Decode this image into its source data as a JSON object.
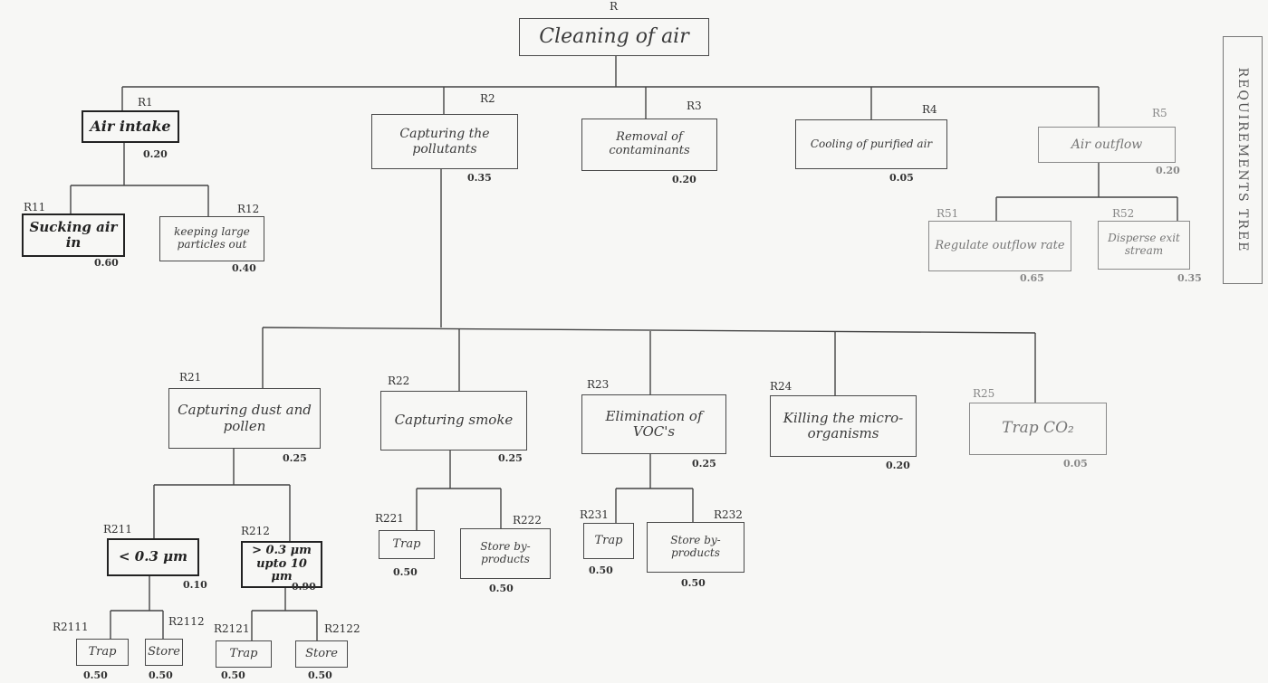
{
  "side_title": "REQUIREMENTS TREE",
  "root": {
    "id": "R",
    "label": "Cleaning of air"
  },
  "r1": {
    "id": "R1",
    "label": "Air intake",
    "weight": "0.20"
  },
  "r11": {
    "id": "R11",
    "label": "Sucking air in",
    "weight": "0.60"
  },
  "r12": {
    "id": "R12",
    "label": "keeping large particles out",
    "weight": "0.40"
  },
  "r2": {
    "id": "R2",
    "label": "Capturing the pollutants",
    "weight": "0.35"
  },
  "r3": {
    "id": "R3",
    "label": "Removal of contaminants",
    "weight": "0.20"
  },
  "r4": {
    "id": "R4",
    "label": "Cooling of purified air",
    "weight": "0.05"
  },
  "r5": {
    "id": "R5",
    "label": "Air outflow",
    "weight": "0.20"
  },
  "r51": {
    "id": "R51",
    "label": "Regulate outflow rate",
    "weight": "0.65"
  },
  "r52": {
    "id": "R52",
    "label": "Disperse exit stream",
    "weight": "0.35"
  },
  "r21": {
    "id": "R21",
    "label": "Capturing dust and pollen",
    "weight": "0.25"
  },
  "r22": {
    "id": "R22",
    "label": "Capturing smoke",
    "weight": "0.25"
  },
  "r23": {
    "id": "R23",
    "label": "Elimination of VOC's",
    "weight": "0.25"
  },
  "r24": {
    "id": "R24",
    "label": "Killing the micro-organisms",
    "weight": "0.20"
  },
  "r25": {
    "id": "R25",
    "label": "Trap CO₂",
    "weight": "0.05"
  },
  "r211": {
    "id": "R211",
    "label": "< 0.3 μm",
    "weight": "0.10"
  },
  "r212": {
    "id": "R212",
    "label": "> 0.3 μm upto 10 μm",
    "weight": "0.90"
  },
  "r2111": {
    "id": "R2111",
    "label": "Trap",
    "weight": "0.50"
  },
  "r2112": {
    "id": "R2112",
    "label": "Store",
    "weight": "0.50"
  },
  "r2121": {
    "id": "R2121",
    "label": "Trap",
    "weight": "0.50"
  },
  "r2122": {
    "id": "R2122",
    "label": "Store",
    "weight": "0.50"
  },
  "r221": {
    "id": "R221",
    "label": "Trap",
    "weight": "0.50"
  },
  "r222": {
    "id": "R222",
    "label": "Store by-products",
    "weight": "0.50"
  },
  "r231": {
    "id": "R231",
    "label": "Trap",
    "weight": "0.50"
  },
  "r232": {
    "id": "R232",
    "label": "Store by-products",
    "weight": "0.50"
  }
}
